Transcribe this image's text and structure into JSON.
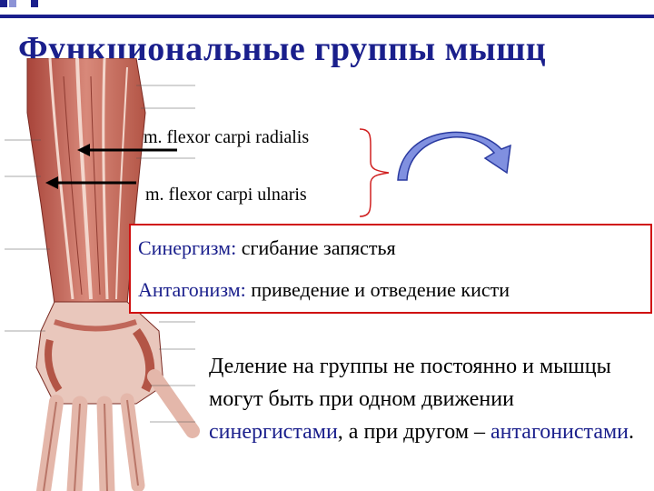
{
  "title": "Функциональные группы мышц",
  "muscles": {
    "first": "m. flexor carpi radialis",
    "second": "m. flexor carpi ulnaris"
  },
  "synergism": {
    "term": "Синергизм:",
    "desc": " сгибание запястья"
  },
  "antagonism": {
    "term": "Антагонизм:",
    "desc": " приведение и отведение кисти"
  },
  "note": {
    "part1": "Деление на группы не постоянно и мышцы могут быть при одном движении ",
    "synergists": "синергистами",
    "part2": ", а при другом – ",
    "antagonists": "антагонистами",
    "part3": "."
  },
  "colors": {
    "accent": "#1a1f8c",
    "box_border": "#d01010",
    "curved_arrow": "#8090e0"
  },
  "icons": {
    "left_arrows": "arrow-left-icon",
    "brace": "curly-brace-icon",
    "rotation": "curved-arrow-icon"
  }
}
